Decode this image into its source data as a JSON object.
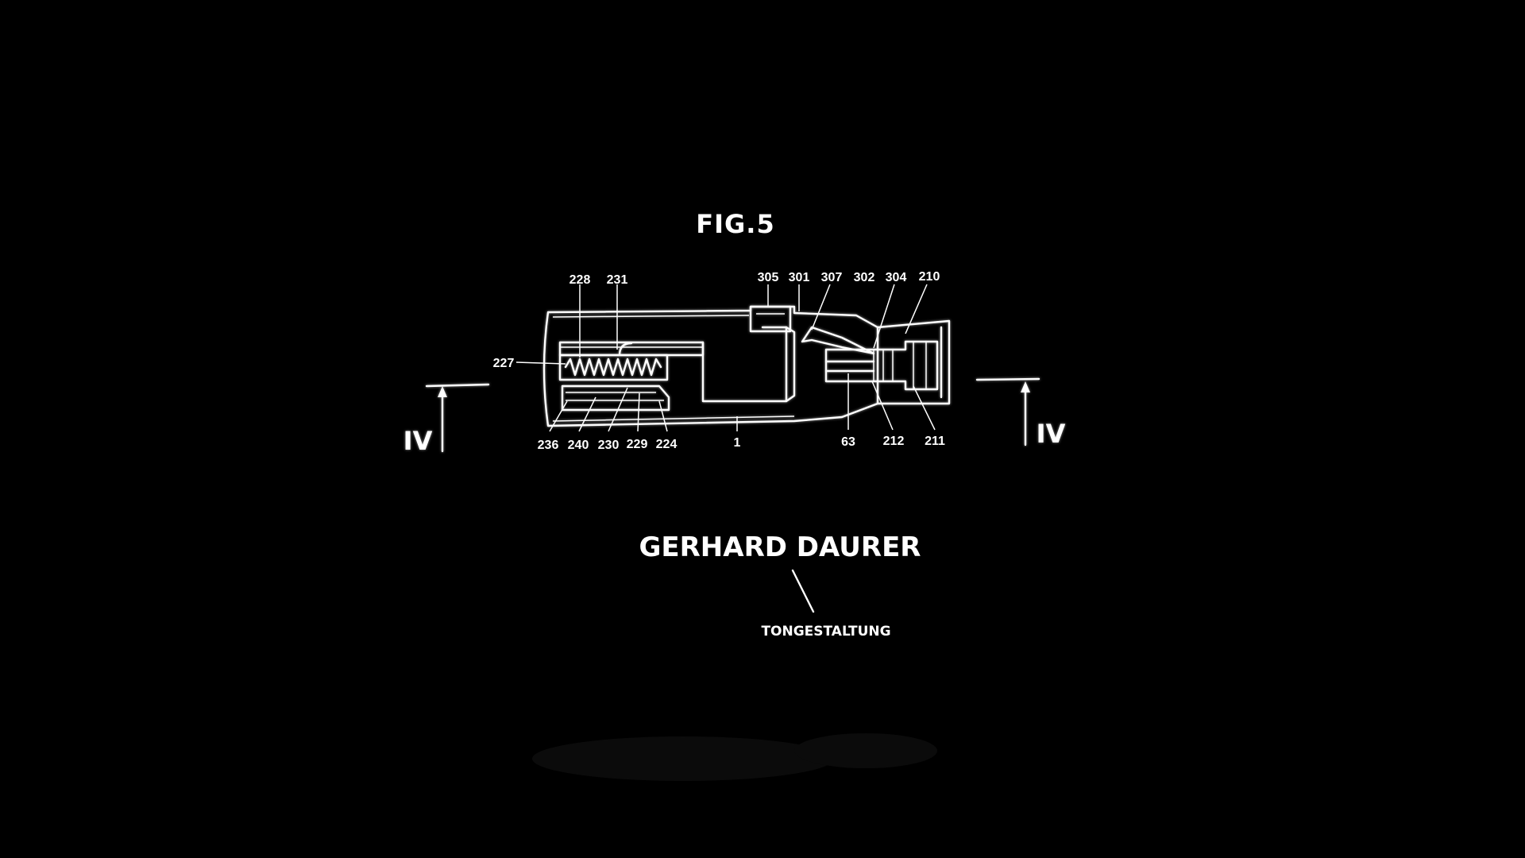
{
  "figure": {
    "title": "FIG.5",
    "section_marker": "IV",
    "top_refs": [
      "228",
      "231",
      "305",
      "301",
      "307",
      "302",
      "304",
      "210"
    ],
    "left_ref": "227",
    "bottom_refs": [
      "236",
      "240",
      "230",
      "229",
      "224",
      "1",
      "63",
      "212",
      "211"
    ]
  },
  "credit": {
    "name": "GERHARD DAURER",
    "role": "TONGESTALTUNG"
  },
  "colors": {
    "background": "#000000",
    "line": "#ffffff"
  }
}
